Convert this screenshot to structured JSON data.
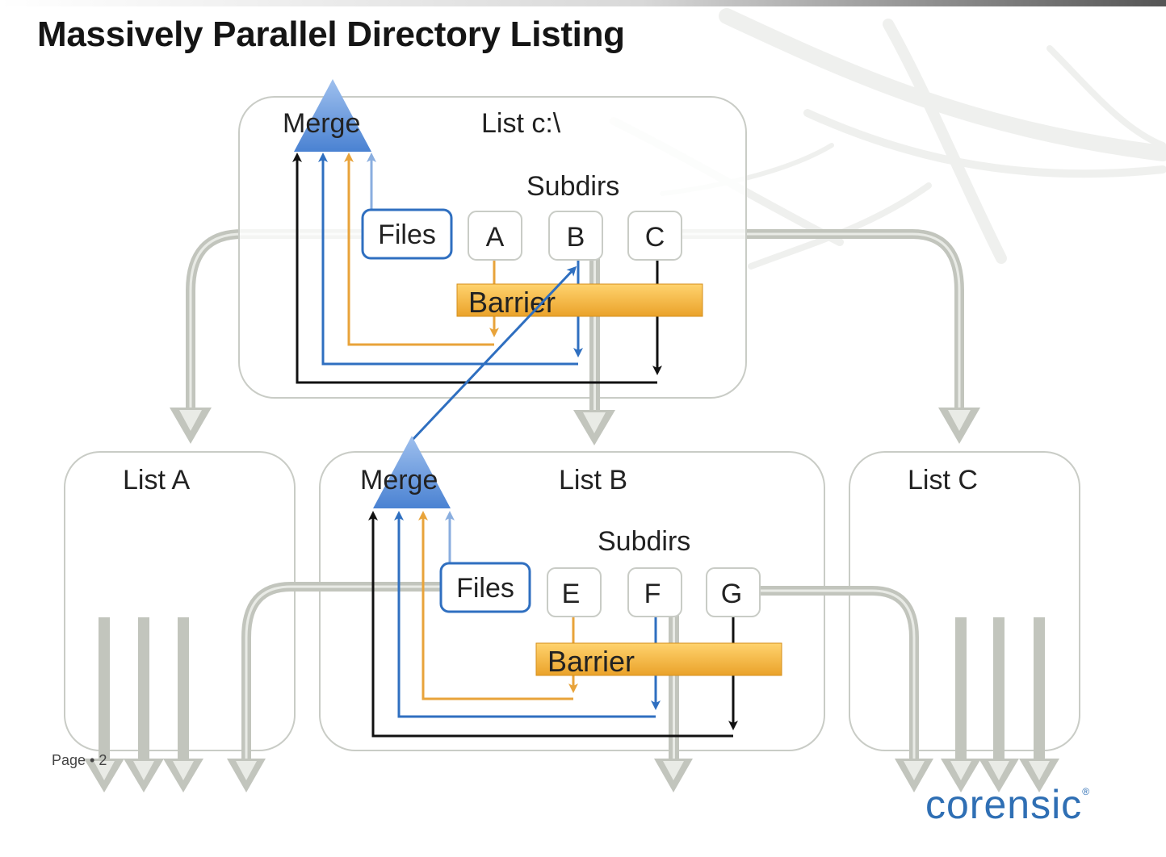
{
  "title": "Massively Parallel Directory Listing",
  "top_box": {
    "label": "List c:\\",
    "merge": "Merge",
    "subdirs": "Subdirs",
    "files": "Files",
    "nodes": [
      "A",
      "B",
      "C"
    ],
    "barrier": "Barrier"
  },
  "list_a": {
    "label": "List A"
  },
  "list_b": {
    "label": "List B",
    "merge": "Merge",
    "subdirs": "Subdirs",
    "files": "Files",
    "nodes": [
      "E",
      "F",
      "G"
    ],
    "barrier": "Barrier"
  },
  "list_c": {
    "label": "List C"
  },
  "footer": {
    "page": "Page • 2",
    "brand": "corensic"
  },
  "colors": {
    "gray_flow": "#c2c5bd",
    "blue": "#2f6fc0",
    "orange": "#e8a33a",
    "black": "#111111",
    "barrier": "#f4b440",
    "merge": "#5b8fd6"
  },
  "background": {
    "decoration": "faint-tree-branches"
  }
}
